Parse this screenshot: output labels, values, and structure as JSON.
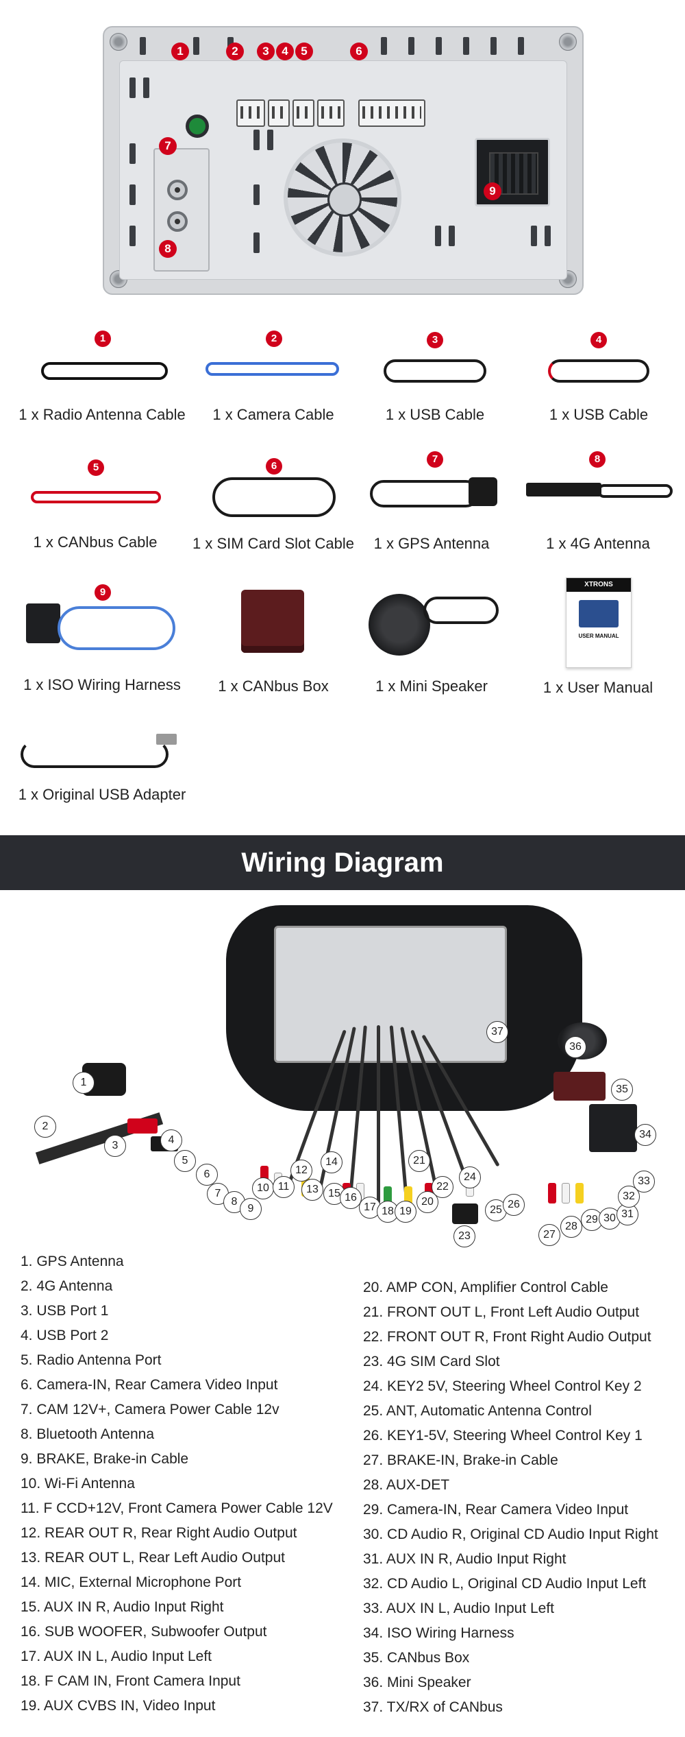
{
  "unit_markers": [
    "1",
    "2",
    "3",
    "4",
    "5",
    "6",
    "7",
    "8",
    "9"
  ],
  "accessories": [
    {
      "num": "1",
      "label": "1 x Radio Antenna Cable"
    },
    {
      "num": "2",
      "label": "1 x Camera Cable"
    },
    {
      "num": "3",
      "label": "1 x USB Cable"
    },
    {
      "num": "4",
      "label": "1 x USB Cable"
    },
    {
      "num": "5",
      "label": "1 x CANbus Cable"
    },
    {
      "num": "6",
      "label": "1 x SIM Card Slot Cable"
    },
    {
      "num": "7",
      "label": "1 x GPS Antenna"
    },
    {
      "num": "8",
      "label": "1 x 4G Antenna"
    },
    {
      "num": "9",
      "label": "1 x ISO Wiring Harness"
    },
    {
      "num": "",
      "label": "1 x CANbus Box"
    },
    {
      "num": "",
      "label": "1 x Mini Speaker"
    },
    {
      "num": "",
      "label": "1 x User Manual"
    },
    {
      "num": "",
      "label": "1 x Original USB Adapter"
    }
  ],
  "manual": {
    "brand": "XTRONS",
    "title": "USER MANUAL"
  },
  "banner_title": "Wiring Diagram",
  "diagram_numbers": [
    "1",
    "2",
    "3",
    "4",
    "5",
    "6",
    "7",
    "8",
    "9",
    "10",
    "11",
    "12",
    "13",
    "14",
    "15",
    "16",
    "17",
    "18",
    "19",
    "20",
    "21",
    "22",
    "23",
    "24",
    "25",
    "26",
    "27",
    "28",
    "29",
    "30",
    "31",
    "32",
    "33",
    "34",
    "35",
    "36",
    "37"
  ],
  "wiring_left": [
    "1. GPS Antenna",
    "2. 4G Antenna",
    "3. USB Port 1",
    "4. USB Port 2",
    "5. Radio Antenna Port",
    "6. Camera-IN, Rear Camera Video Input",
    "7. CAM 12V+, Camera Power Cable 12v",
    "8. Bluetooth Antenna",
    "9. BRAKE, Brake-in Cable",
    "10. Wi-Fi Antenna",
    "11. F CCD+12V, Front Camera Power Cable 12V",
    "12. REAR OUT R, Rear Right Audio Output",
    "13. REAR OUT L, Rear Left Audio Output",
    "14. MIC, External Microphone Port",
    "15. AUX IN R, Audio Input Right",
    "16. SUB WOOFER, Subwoofer Output",
    "17. AUX IN L, Audio Input Left",
    "18. F CAM IN, Front Camera Input",
    "19. AUX CVBS IN, Video Input"
  ],
  "wiring_right": [
    "20. AMP CON, Amplifier Control Cable",
    "21. FRONT OUT L, Front Left Audio Output",
    "22. FRONT OUT R, Front Right Audio Output",
    "23. 4G SIM Card Slot",
    "24. KEY2 5V, Steering Wheel Control Key 2",
    "25. ANT, Automatic Antenna Control",
    "26. KEY1-5V, Steering Wheel Control Key 1",
    "27. BRAKE-IN, Brake-in Cable",
    "28. AUX-DET",
    "29. Camera-IN, Rear Camera Video Input",
    "30. CD Audio R, Original CD Audio Input Right",
    "31. AUX IN R, Audio Input Right",
    "32. CD Audio L, Original CD Audio Input Left",
    "33. AUX IN L, Audio Input Left",
    "34. ISO Wiring Harness",
    "35. CANbus Box",
    "36. Mini Speaker",
    "37. TX/RX of CANbus"
  ]
}
